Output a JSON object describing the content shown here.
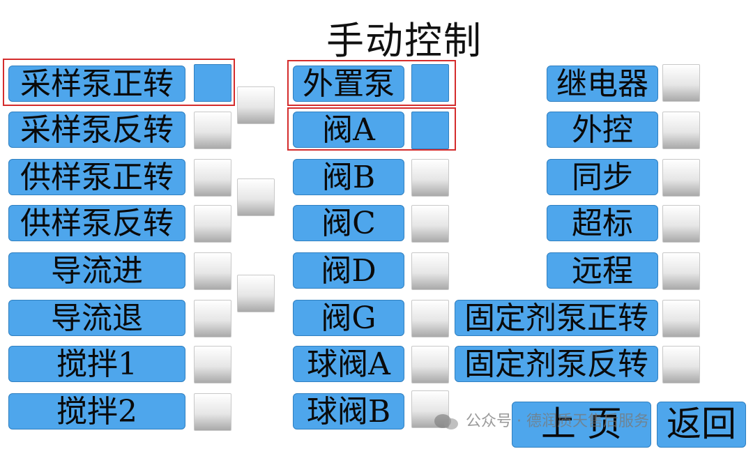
{
  "title": "手动控制",
  "left": {
    "buttons": [
      {
        "label": "采样泵正转",
        "on": true
      },
      {
        "label": "采样泵反转",
        "on": false
      },
      {
        "label": "供样泵正转",
        "on": false
      },
      {
        "label": "供样泵反转",
        "on": false
      },
      {
        "label": "导流进",
        "on": false
      },
      {
        "label": "导流退",
        "on": false
      },
      {
        "label": "搅拌1",
        "on": false
      },
      {
        "label": "搅拌2",
        "on": false
      }
    ]
  },
  "middle": {
    "buttons": [
      {
        "label": "外置泵",
        "on": true
      },
      {
        "label": "阀A",
        "on": true
      },
      {
        "label": "阀B",
        "on": false
      },
      {
        "label": "阀C",
        "on": false
      },
      {
        "label": "阀D",
        "on": false
      },
      {
        "label": "阀G",
        "on": false
      },
      {
        "label": "球阀A",
        "on": false
      },
      {
        "label": "球阀B",
        "on": false
      }
    ]
  },
  "right": {
    "buttons": [
      {
        "label": "继电器",
        "on": false
      },
      {
        "label": "外控",
        "on": false
      },
      {
        "label": "同步",
        "on": false
      },
      {
        "label": "超标",
        "on": false
      },
      {
        "label": "远程",
        "on": false
      },
      {
        "label": "固定剂泵正转",
        "on": false
      },
      {
        "label": "固定剂泵反转",
        "on": false
      }
    ]
  },
  "nav": {
    "prev_label": "上 页",
    "back_label": "返回"
  },
  "watermark": "公众号 · 德润质天售后服务",
  "colors": {
    "button_blue": "#4ea6ec",
    "highlight_red": "#d42c2c"
  }
}
